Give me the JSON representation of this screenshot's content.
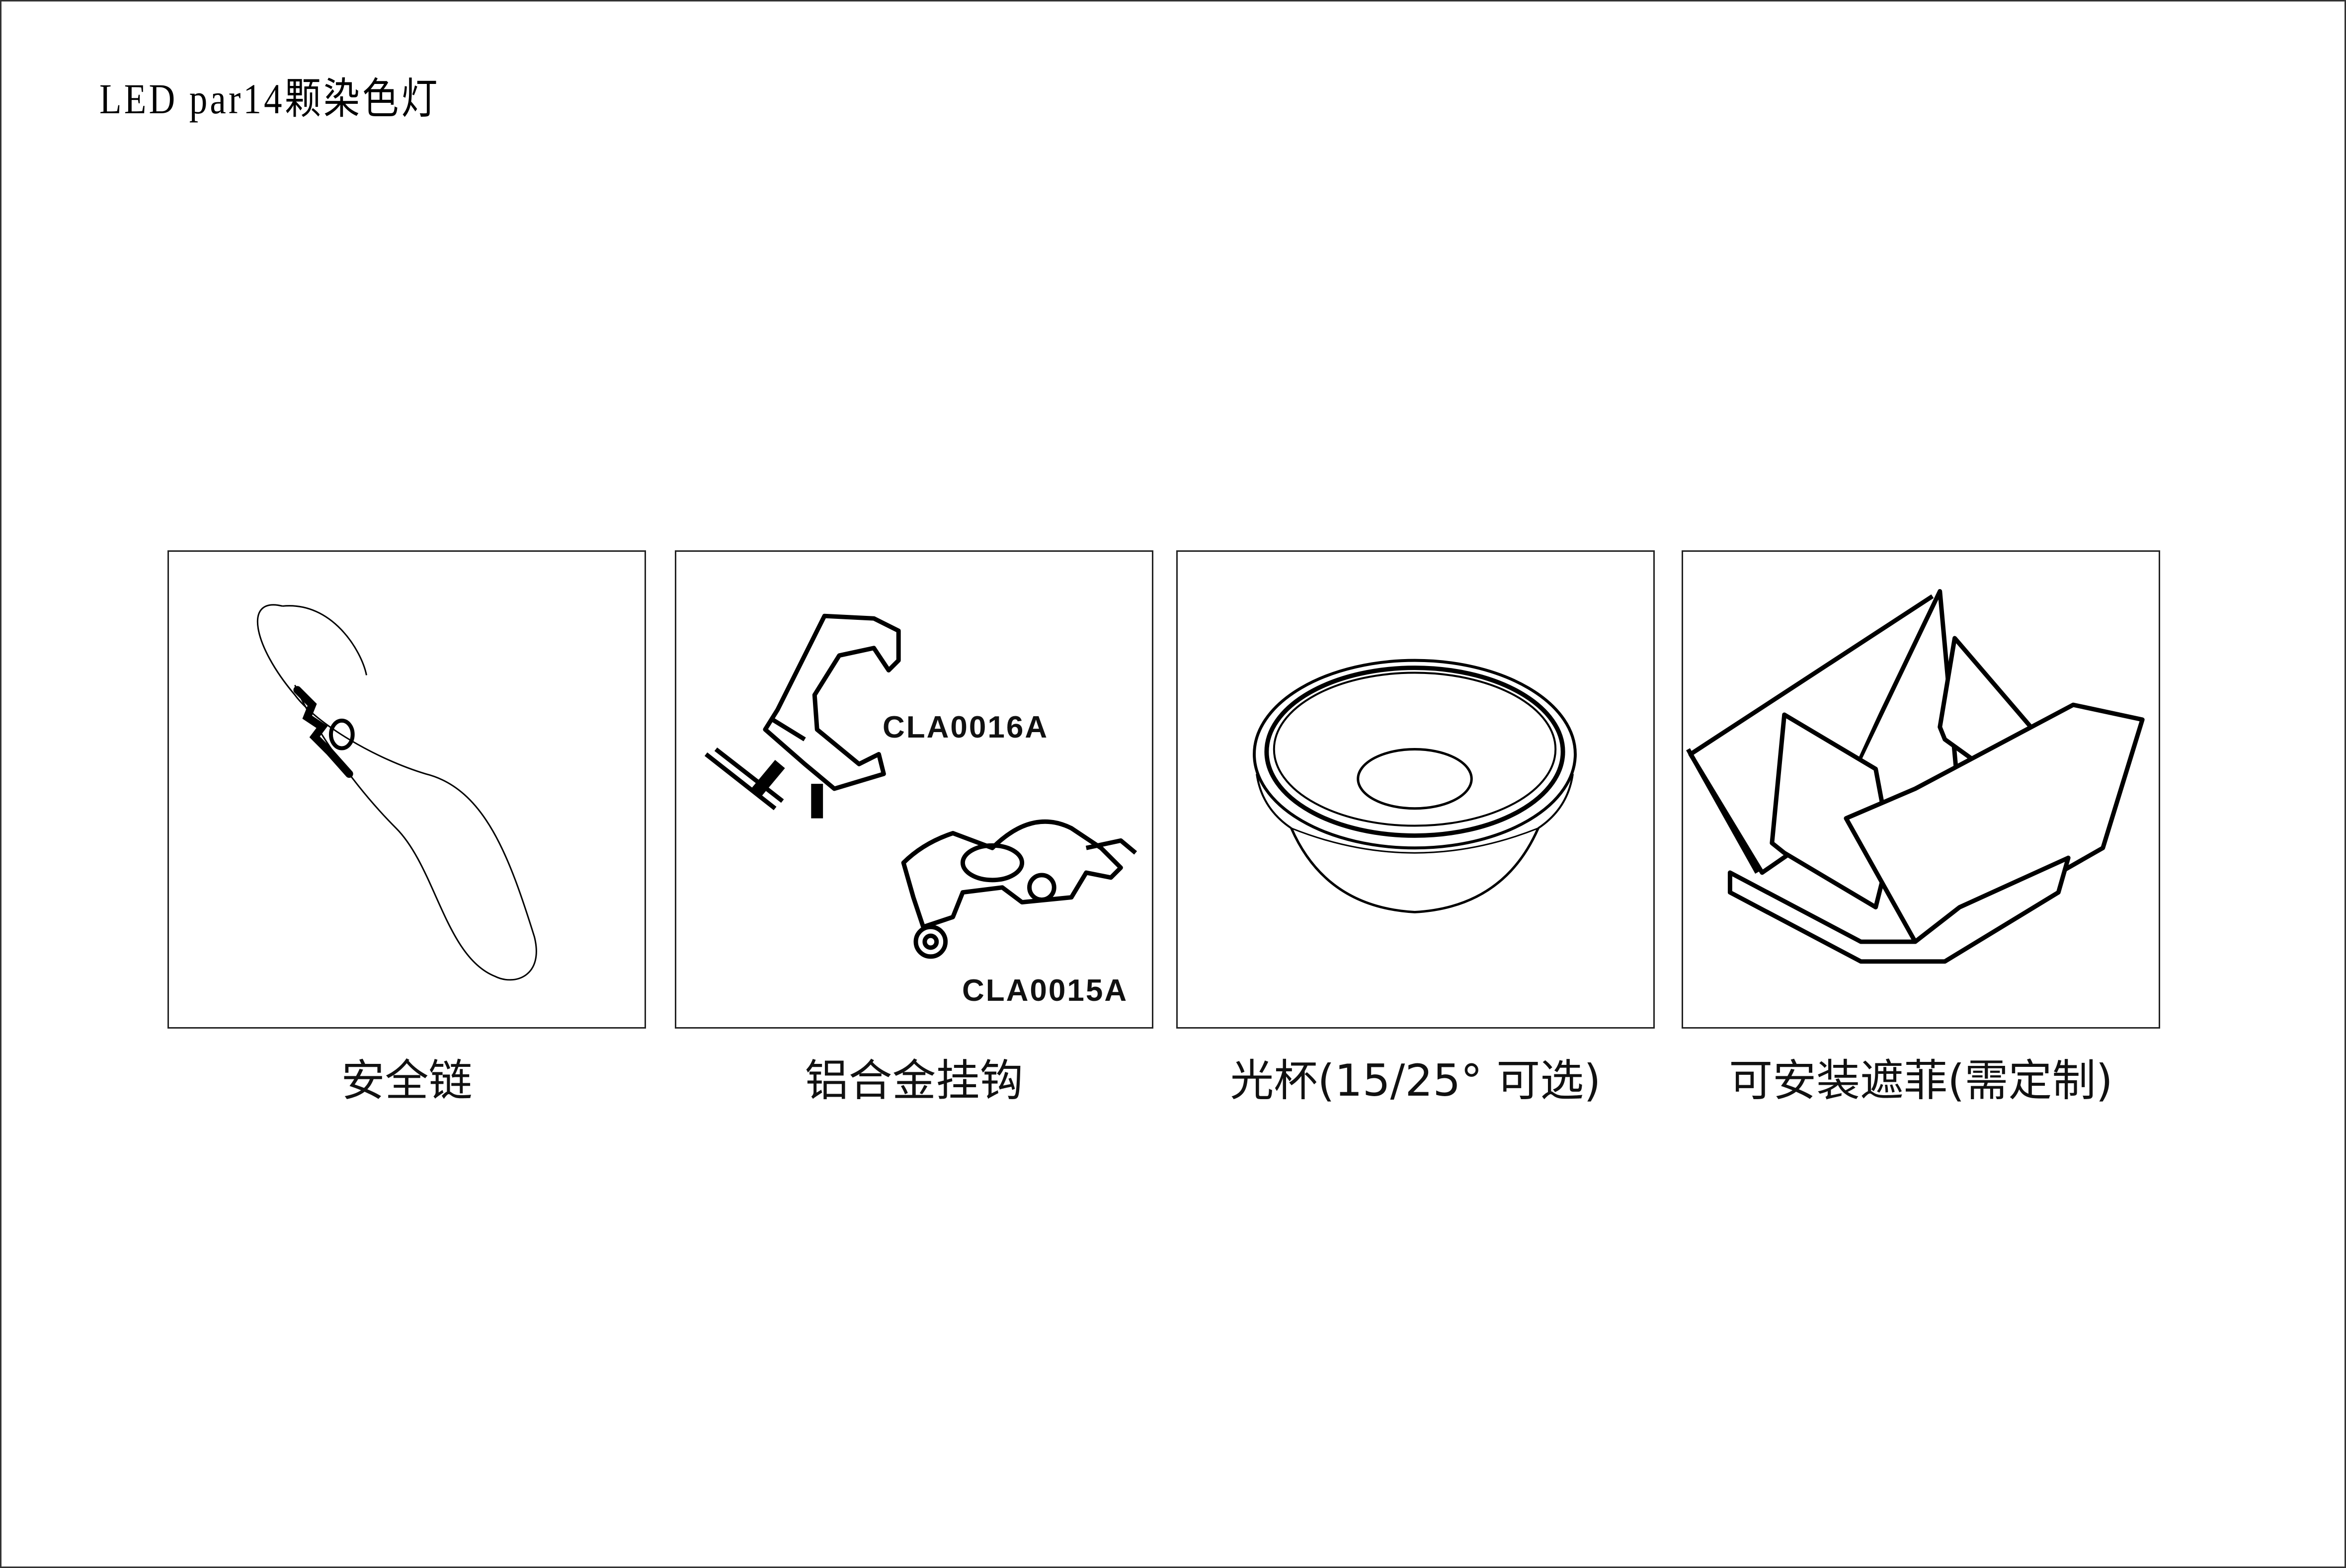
{
  "title": "LED par14颗染色灯",
  "items": [
    {
      "caption": "安全链",
      "icon": "safety-cable"
    },
    {
      "caption": "铝合金挂钩",
      "icon": "aluminum-clamps",
      "codes": [
        "CLA0016A",
        "CLA0015A"
      ]
    },
    {
      "caption": "光杯(15/25° 可选)",
      "icon": "reflector-cup"
    },
    {
      "caption": "可安装遮菲(需定制)",
      "icon": "barn-doors"
    }
  ]
}
